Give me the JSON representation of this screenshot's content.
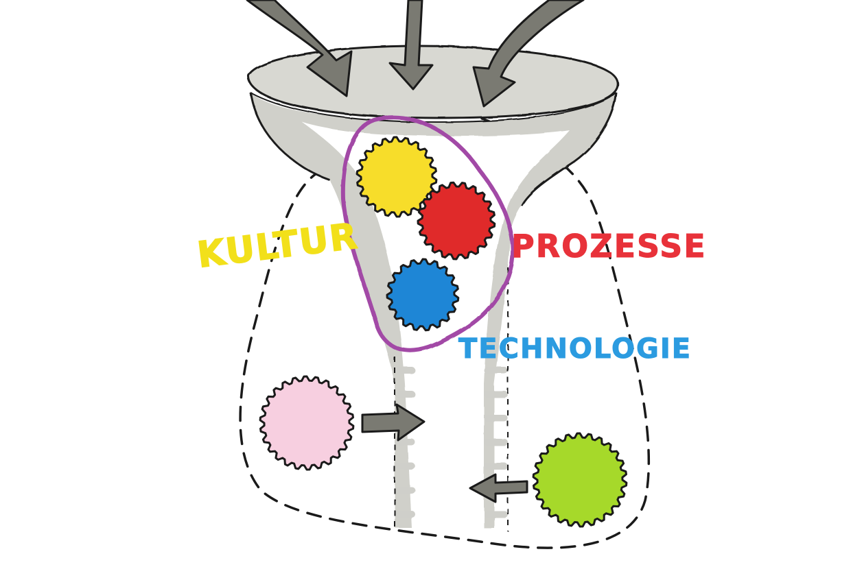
{
  "labels": {
    "kultur": "KULTUR",
    "prozesse": "PROZESSE",
    "technologie": "TECHNOLOGIE"
  },
  "colors": {
    "kultur": "#f2e01a",
    "prozesse": "#e8323a",
    "technologie": "#2b9be0",
    "gear_yellow": "#f7dd2a",
    "gear_red": "#e02a2a",
    "gear_blue": "#1e86d6",
    "gear_pink": "#f7cfe0",
    "gear_green": "#a6d92a",
    "purple_outline": "#a24aa6",
    "funnel_gray": "#c9c9c4",
    "arrow_gray": "#7a7a72",
    "ink": "#1a1a1a"
  },
  "icons": {
    "input_arrows": "arrow-down-icon",
    "gears": "gear-icon",
    "side_arrows": "arrow-right-icon"
  }
}
